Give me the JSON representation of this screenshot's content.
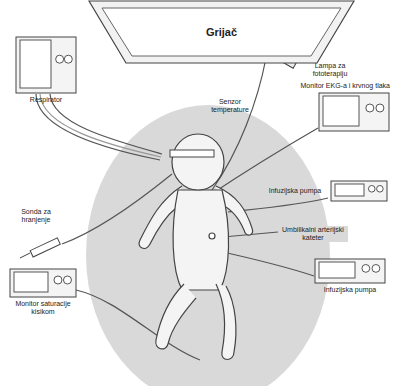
{
  "diagram": {
    "nodes": [
      {
        "text": [
          "Grijač"
        ]
      },
      {
        "text": [
          "Respirator"
        ]
      },
      {
        "text": [
          "Monitor EKG-a i krvnog tlaka"
        ]
      },
      {
        "text": [
          "Infuzijska pumpa"
        ]
      },
      {
        "text": [
          "Infuzijska pumpa"
        ]
      },
      {
        "text": [
          "Monitor saturacije kisikom"
        ]
      }
    ],
    "labels": [
      "Lampa za fototerapiju",
      "Senzor temperature",
      "Umbilikalni arterijski kateter",
      "Sonda za hranjenje"
    ]
  }
}
